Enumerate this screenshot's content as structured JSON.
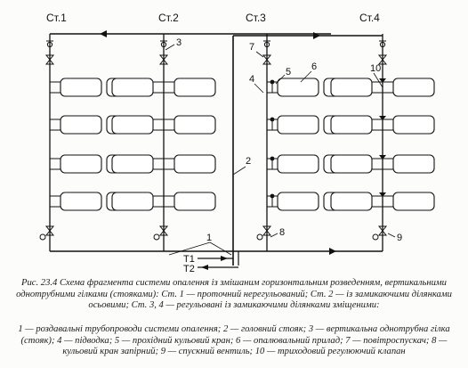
{
  "stands": [
    "Ст.1",
    "Ст.2",
    "Ст.3",
    "Ст.4"
  ],
  "callouts": [
    "1",
    "2",
    "3",
    "4",
    "5",
    "6",
    "7",
    "8",
    "9",
    "10"
  ],
  "mains": [
    "Т1",
    "Т2"
  ],
  "caption": {
    "main": "Рис. 23.4 Схема фрагмента системи опалення із змішаним горизонтальним розведенням, вертикальними однотрубними гілками (стояками): Ст. 1 — проточний нерегульований; Ст. 2 — із замикаючими ділянками осьовими; Ст. 3, 4 — регульовані із замикаючими ділянками зміщеними:",
    "legend": "1 — роздавальні трубопроводи системи опалення; 2 — головний стояк; 3 — вертикальна однотрубна гілка (стояк); 4 — підводка; 5 — прохідний кульовий кран; 6 — опалювальний прилад; 7 — повітроспускач; 8 — кульовий кран запірний; 9 — спускний вентиль; 10 — триходовий регулюючий клапан"
  }
}
